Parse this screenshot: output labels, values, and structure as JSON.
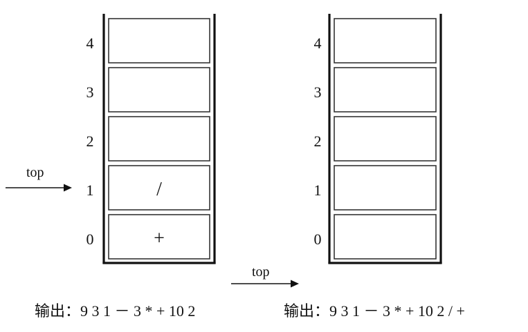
{
  "pointer_label": "top",
  "stack_left": {
    "cells": [
      {
        "index": "0",
        "value": "+"
      },
      {
        "index": "1",
        "value": "/"
      },
      {
        "index": "2",
        "value": ""
      },
      {
        "index": "3",
        "value": ""
      },
      {
        "index": "4",
        "value": ""
      }
    ],
    "top_index": 1,
    "output": "输出：9 3 1 － 3 * + 10 2"
  },
  "stack_right": {
    "cells": [
      {
        "index": "0",
        "value": ""
      },
      {
        "index": "1",
        "value": ""
      },
      {
        "index": "2",
        "value": ""
      },
      {
        "index": "3",
        "value": ""
      },
      {
        "index": "4",
        "value": ""
      }
    ],
    "top_index": -1,
    "output": "输出：9 3 1 － 3 * + 10 2 / +"
  }
}
